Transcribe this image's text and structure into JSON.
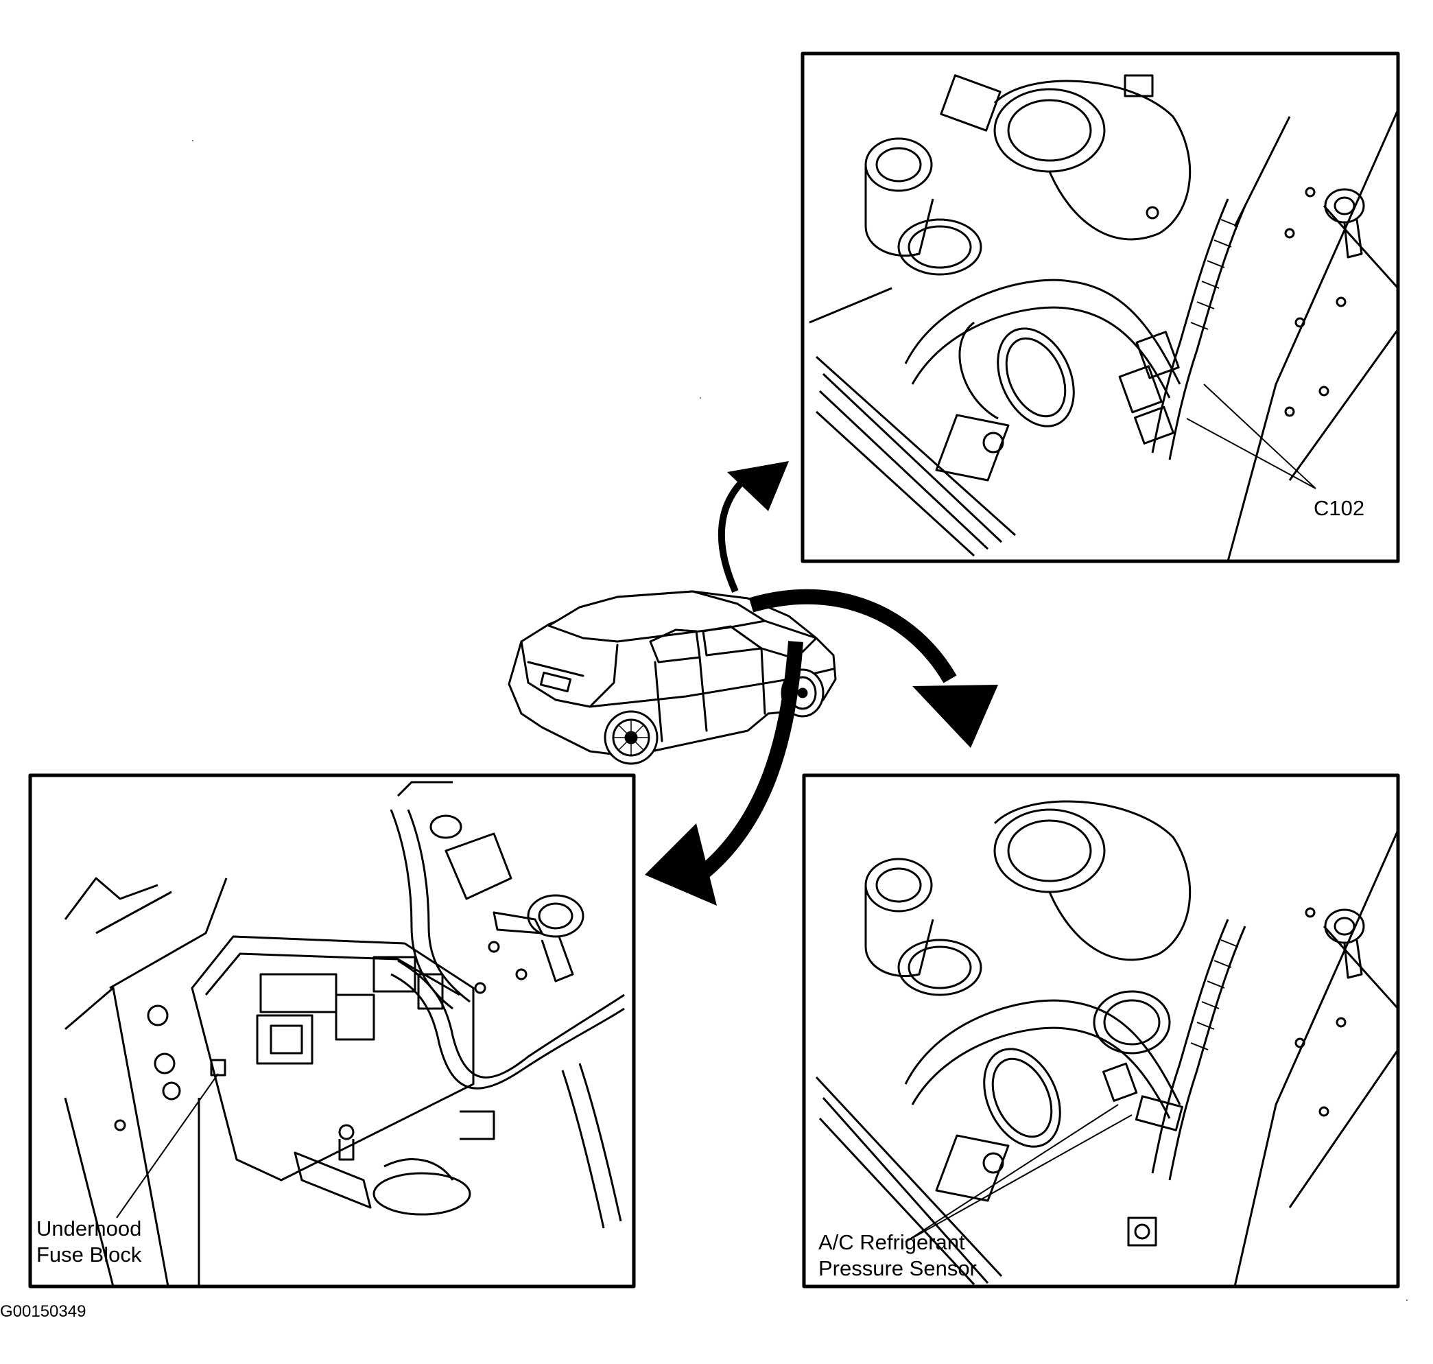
{
  "figure": {
    "id_label": "G00150349"
  },
  "callouts": {
    "c102": {
      "label": "C102"
    },
    "underhood_fuse_block": {
      "line1": "Underhood",
      "line2": "Fuse Block"
    },
    "ac_pressure_sensor": {
      "line1": "A/C Refrigerant",
      "line2": "Pressure Sensor"
    }
  },
  "colors": {
    "ink": "#000000",
    "paper": "#ffffff"
  }
}
